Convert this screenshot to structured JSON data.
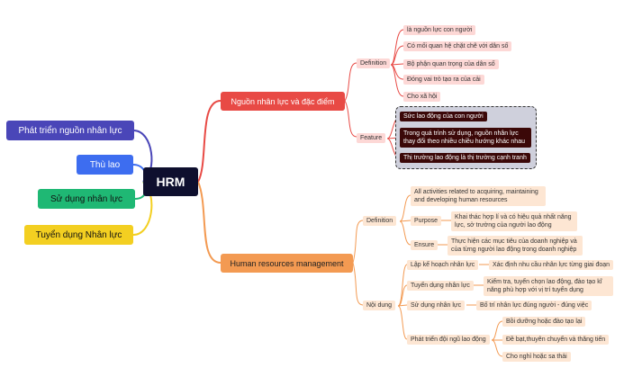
{
  "center": {
    "label": "HRM"
  },
  "left": [
    {
      "label": "Phát triển nguồn nhân lực",
      "color": "#4a46b8"
    },
    {
      "label": "Thù lao",
      "color": "#3d6df0"
    },
    {
      "label": "Sử dụng nhân lực",
      "color": "#1fb874"
    },
    {
      "label": "Tuyển dụng Nhân lực",
      "color": "#f3cf21"
    }
  ],
  "branch1": {
    "label": "Nguồn nhân lực và đặc điểm",
    "color": "#e84a45",
    "definition": {
      "label": "Definition",
      "items": [
        "là nguồn lực con người",
        "Có mối quan hệ chặt chẽ với dân số",
        "Bộ phận quan trọng của dân số",
        "Đóng vai trò tạo ra của cải",
        "Cho xã hội"
      ]
    },
    "feature": {
      "label": "Feature",
      "items": [
        "Sức lao động của con người",
        "Trong quá trình sử dụng, nguồn nhân lực thay đổi theo nhiều chiều hướng khác nhau",
        "Thị trường lao động là thị trường cạnh tranh"
      ]
    }
  },
  "branch2": {
    "label": "Human resources management",
    "color": "#f39a52",
    "definition": {
      "label": "Definition",
      "main": "All activities related to acquiring, maintaining and developing human resources",
      "purpose": {
        "label": "Purpose",
        "text": "Khai thác hợp lí và có hiệu quả nhất năng lực, sở trường của người lao động"
      },
      "ensure": {
        "label": "Ensure",
        "text": "Thực hiện các mục tiêu của doanh nghiệp và của từng người lao động trong doanh nghiệp"
      }
    },
    "content": {
      "label": "Nội dung",
      "plan": {
        "label": "Lập kế hoạch nhân lực",
        "text": "Xác định nhu cầu nhân lực từng giai đoạn"
      },
      "recruit": {
        "label": "Tuyển dụng nhân lực",
        "text": "Kiểm tra, tuyển chọn lao động, đào tạo kĩ năng phù hợp với vị trí tuyển dụng"
      },
      "use": {
        "label": "Sử dụng nhân lực",
        "text": "Bố trí nhân lực đúng người - đúng việc"
      },
      "develop": {
        "label": "Phát triển đội ngũ lao động",
        "items": [
          "Bồi dưỡng hoặc đào tạo lại",
          "Đề bạt,thuyên chuyển và thăng tiến",
          "Cho nghỉ hoặc sa thải"
        ]
      }
    }
  }
}
